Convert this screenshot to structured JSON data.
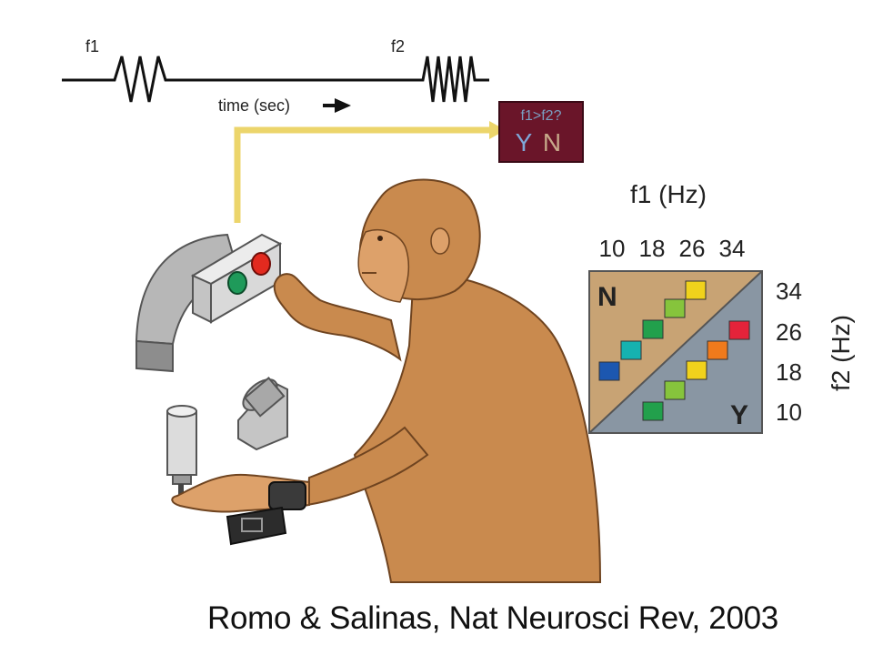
{
  "stimulus": {
    "f1_label": "f1",
    "f2_label": "f2",
    "time_label": "time (sec)"
  },
  "decision_box": {
    "question": "f1>f2?",
    "yes": "Y",
    "no": "N",
    "colors": {
      "background": "#6a1529",
      "question": "#7a9fc2",
      "yes": "#7fa7d8",
      "no": "#c7a98a"
    }
  },
  "matrix": {
    "x_title": "f1 (Hz)",
    "y_title": "f2 (Hz)",
    "x_ticks": [
      "10",
      "18",
      "26",
      "34"
    ],
    "y_ticks": [
      "34",
      "26",
      "18",
      "10"
    ],
    "region_n": "N",
    "region_y": "Y",
    "colors": {
      "n_region": "#c8a374",
      "y_region": "#8996a3"
    }
  },
  "citation": "Romo & Salinas, Nat Neurosci Rev, 2003",
  "colors": {
    "arrow": "#ecd56b",
    "monkey": "#c98a4e",
    "monkey_shadow": "#a86a34"
  }
}
